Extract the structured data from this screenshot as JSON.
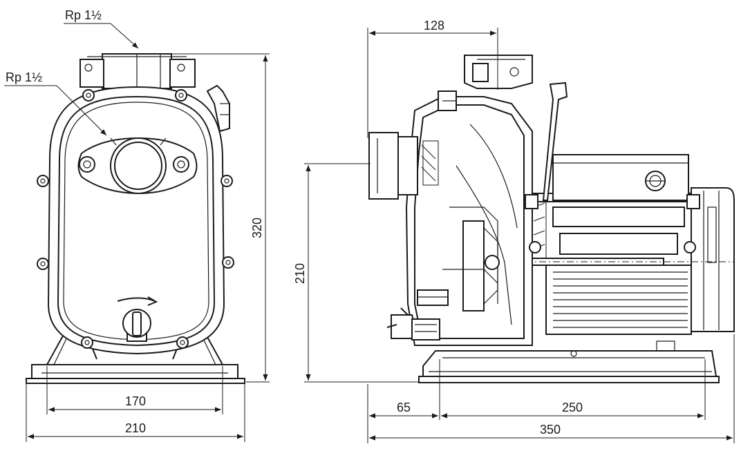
{
  "labels": {
    "connection_top": "Rp 1½",
    "connection_front": "Rp 1½"
  },
  "dimensions": {
    "top_width": "128",
    "total_height": "320",
    "shaft_height": "210",
    "foot_holes": "170",
    "front_width": "210",
    "foot_offset": "65",
    "foot_spacing": "250",
    "total_length": "350"
  }
}
